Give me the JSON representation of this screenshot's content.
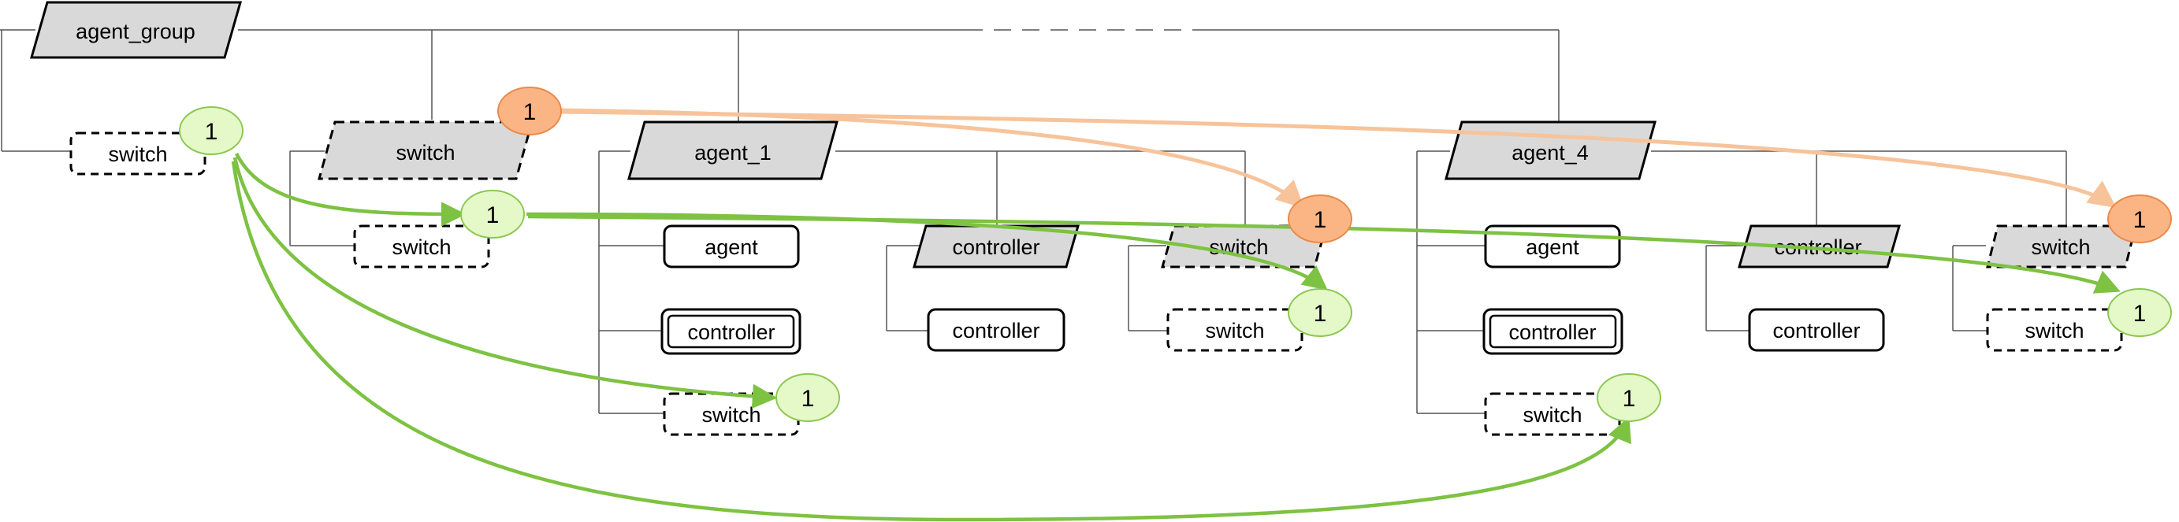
{
  "nodes": {
    "agent_group": {
      "label": "agent_group"
    },
    "g_switch": {
      "label": "switch"
    },
    "s1": {
      "label": "switch"
    },
    "s1_switch": {
      "label": "switch"
    },
    "agent_1": {
      "label": "agent_1"
    },
    "a1_agent": {
      "label": "agent"
    },
    "a1_controller": {
      "label": "controller"
    },
    "a1_switch": {
      "label": "switch"
    },
    "a1_ctrl_gp": {
      "label": "controller"
    },
    "a1_ctrl_child": {
      "label": "controller"
    },
    "a1_sw_gp": {
      "label": "switch"
    },
    "a1_sw_child": {
      "label": "switch"
    },
    "agent_4": {
      "label": "agent_4"
    },
    "a4_agent": {
      "label": "agent"
    },
    "a4_controller": {
      "label": "controller"
    },
    "a4_switch": {
      "label": "switch"
    },
    "a4_ctrl_gp": {
      "label": "controller"
    },
    "a4_ctrl_child": {
      "label": "controller"
    },
    "a4_sw_gp": {
      "label": "switch"
    },
    "a4_sw_child": {
      "label": "switch"
    }
  },
  "badges": {
    "green_g": {
      "label": "1",
      "kind": "green"
    },
    "orange_s1": {
      "label": "1",
      "kind": "orange"
    },
    "green_s1c": {
      "label": "1",
      "kind": "green"
    },
    "green_a1s": {
      "label": "1",
      "kind": "green"
    },
    "orange_a1": {
      "label": "1",
      "kind": "orange"
    },
    "green_a1c": {
      "label": "1",
      "kind": "green"
    },
    "green_a4s": {
      "label": "1",
      "kind": "green"
    },
    "orange_a4": {
      "label": "1",
      "kind": "orange"
    },
    "green_a4c": {
      "label": "1",
      "kind": "green"
    }
  },
  "colors": {
    "gray_fill": "#d9d9d9",
    "line": "#555555",
    "green_fill": "#e5f8c8",
    "green_stroke": "#8cc850",
    "green_arrow": "#7dc242",
    "orange_fill": "#fbb584",
    "orange_stroke": "#e98a4a",
    "orange_arrow": "#f7c39a"
  }
}
